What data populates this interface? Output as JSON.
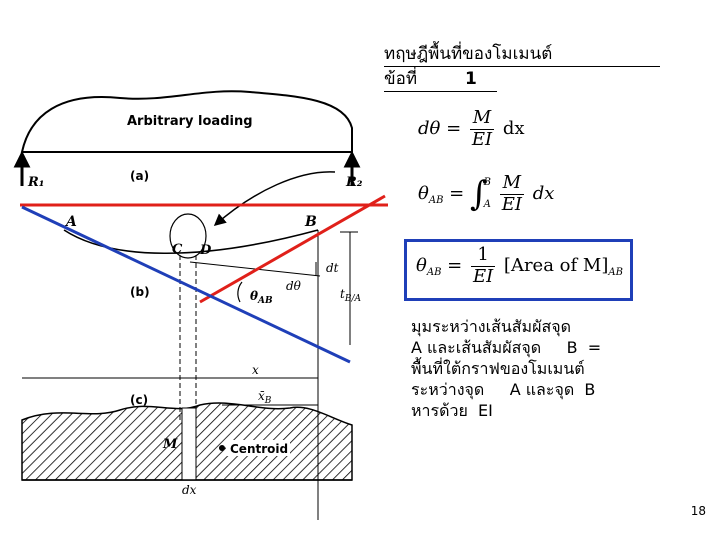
{
  "title": {
    "line1": "ทฤษฎีพื้นที่ของโมเมนต์",
    "line2": "ข้อที่",
    "number": "1"
  },
  "equations": {
    "eq1": {
      "lhs": "dθ",
      "num": "M",
      "den": "EI",
      "tail": "dx"
    },
    "eq2": {
      "lhs": "θ",
      "lhs_sub": "AB",
      "lower": "A",
      "upper": "B",
      "num": "M",
      "den": "EI",
      "tail": "dx"
    },
    "eq3": {
      "lhs": "θ",
      "lhs_sub": "AB",
      "num": "1",
      "den": "EI",
      "bracket": "Area of M",
      "bracket_sub": "AB"
    }
  },
  "description": [
    "มุมระหว่างเส้นสัมผัสจุด",
    "A และเส้นสัมผัสจุด     B  =",
    "พื้นที่ใต้กราฟของโมเมนต์",
    "ระหว่างจุด     A และจุด  B",
    "หารด้วย  EI"
  ],
  "figure": {
    "loading_label": "Arbitrary loading",
    "R1": "R₁",
    "R2": "R₂",
    "label_a": "(a)",
    "label_b": "(b)",
    "label_c": "(c)",
    "point_A": "A",
    "point_B": "B",
    "point_C": "C",
    "point_D": "D",
    "dt": "dt",
    "dtheta": "dθ",
    "tBA": "t",
    "tBA_sub": "B/A",
    "theta": "θ",
    "theta_sub": "AB",
    "x": "x",
    "xB": "x̄",
    "xB_sub": "B",
    "M": "M",
    "centroid": "Centroid",
    "dx": "dx",
    "colors": {
      "red_line": "#e0201a",
      "blue_line": "#1f3fb8"
    }
  },
  "page_number": "18"
}
